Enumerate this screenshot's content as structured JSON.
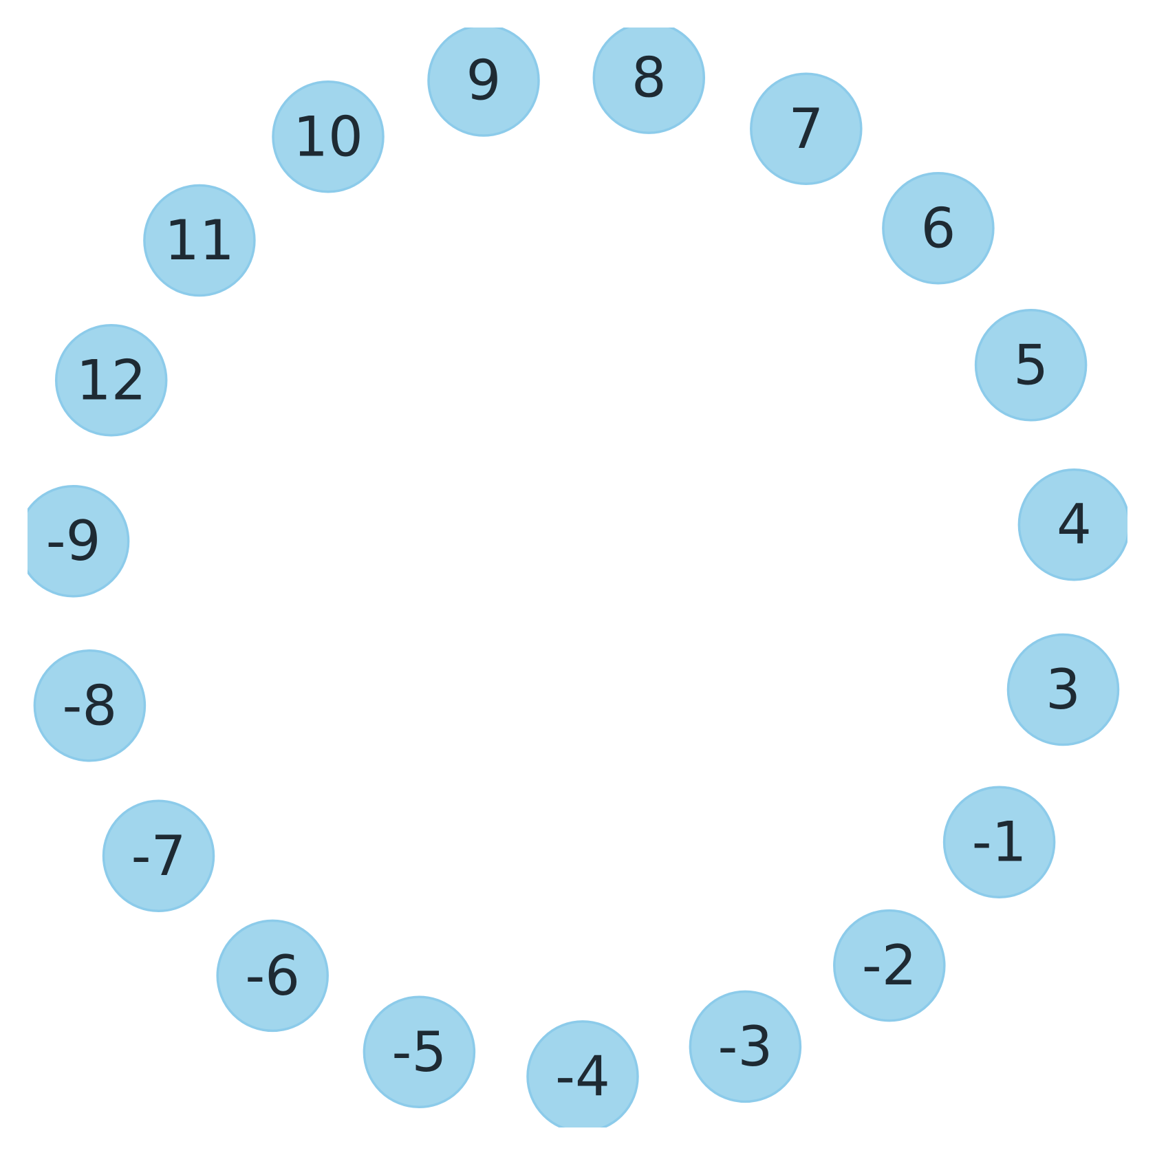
{
  "diagram": {
    "type": "circular-graph",
    "colors": {
      "background": "#ffffff",
      "node_fill": "#a1d6ed",
      "node_stroke": "#8ccbea",
      "label": "#1e2a33"
    },
    "nodes": [
      {
        "id": "n1",
        "label": "8"
      },
      {
        "id": "n2",
        "label": "7"
      },
      {
        "id": "n3",
        "label": "6"
      },
      {
        "id": "n4",
        "label": "5"
      },
      {
        "id": "n5",
        "label": "4"
      },
      {
        "id": "n6",
        "label": "3"
      },
      {
        "id": "n7",
        "label": "-1"
      },
      {
        "id": "n8",
        "label": "-2"
      },
      {
        "id": "n9",
        "label": "-3"
      },
      {
        "id": "n10",
        "label": "-4"
      },
      {
        "id": "n11",
        "label": "-5"
      },
      {
        "id": "n12",
        "label": "-6"
      },
      {
        "id": "n13",
        "label": "-7"
      },
      {
        "id": "n14",
        "label": "-8"
      },
      {
        "id": "n15",
        "label": "-9"
      },
      {
        "id": "n16",
        "label": "12"
      },
      {
        "id": "n17",
        "label": "11"
      },
      {
        "id": "n18",
        "label": "10"
      },
      {
        "id": "n19",
        "label": "9"
      }
    ],
    "edges": []
  }
}
